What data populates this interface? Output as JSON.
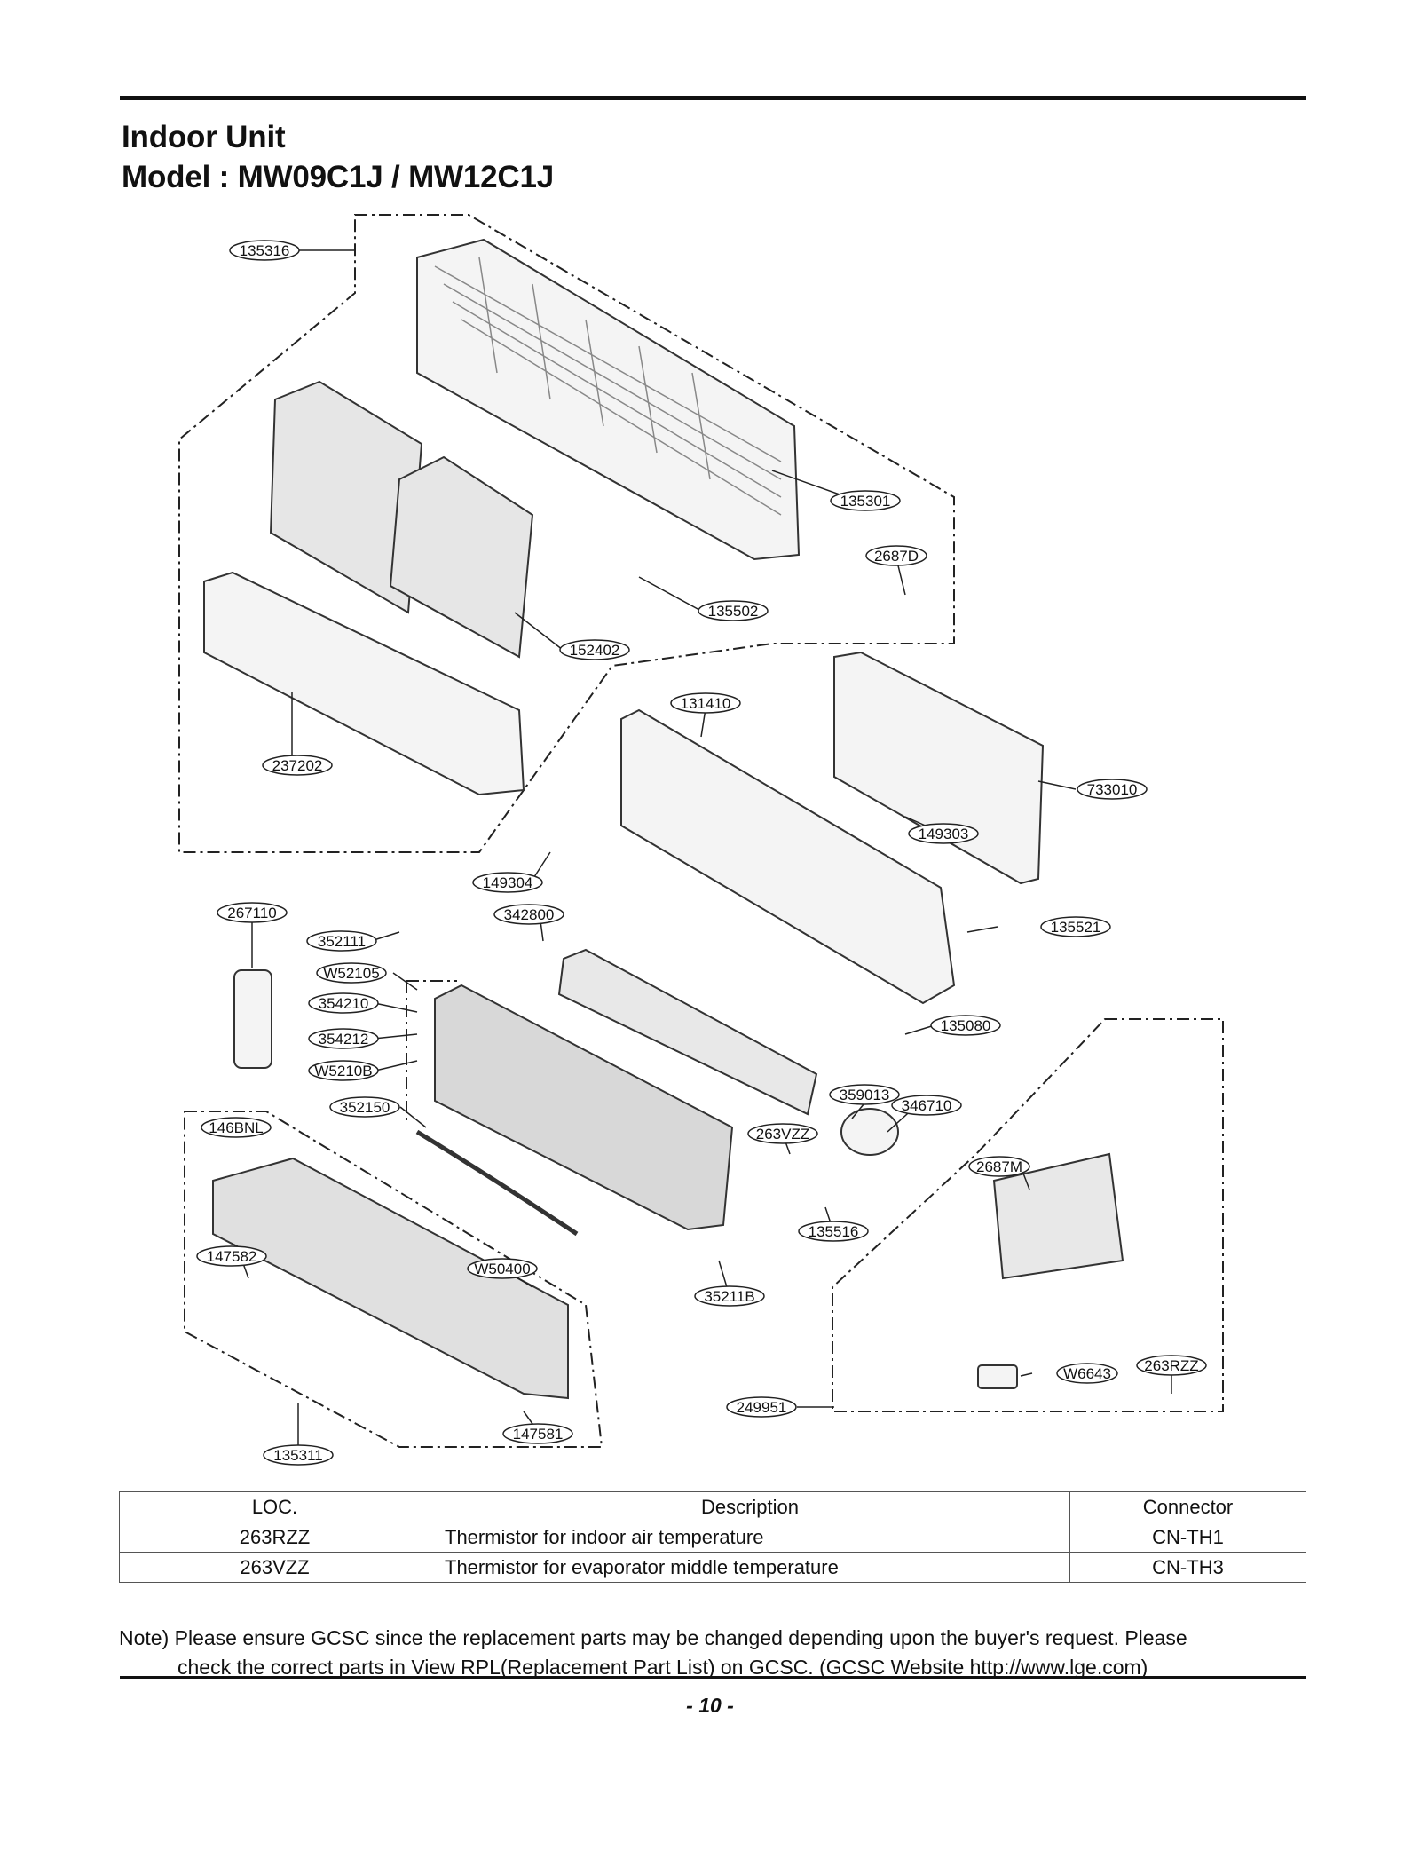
{
  "header": {
    "title_line1": "Indoor Unit",
    "title_line2": "Model : MW09C1J / MW12C1J"
  },
  "diagram": {
    "callouts": [
      "135316",
      "135301",
      "2687D",
      "135502",
      "152402",
      "237202",
      "131410",
      "733010",
      "149303",
      "149304",
      "342800",
      "267110",
      "352111",
      "W52105",
      "354210",
      "354212",
      "W5210B",
      "352150",
      "135521",
      "135080",
      "359013",
      "346710",
      "263VZZ",
      "146BNL",
      "2687M",
      "135516",
      "147582",
      "W50400",
      "35211B",
      "W6643",
      "263RZZ",
      "249951",
      "147581",
      "135311"
    ]
  },
  "parts_table": {
    "headers": {
      "loc": "LOC.",
      "description": "Description",
      "connector": "Connector"
    },
    "rows": [
      {
        "loc": "263RZZ",
        "description": "Thermistor for indoor air temperature",
        "connector": "CN-TH1"
      },
      {
        "loc": "263VZZ",
        "description": "Thermistor for evaporator middle temperature",
        "connector": "CN-TH3"
      }
    ]
  },
  "note": {
    "line1": "Note) Please ensure GCSC since the replacement parts may be changed depending upon the buyer's request. Please",
    "line2": "check the correct parts in View RPL(Replacement Part List) on GCSC. (GCSC Website http://www.lge.com)"
  },
  "footer": {
    "page_number": "- 10 -"
  }
}
